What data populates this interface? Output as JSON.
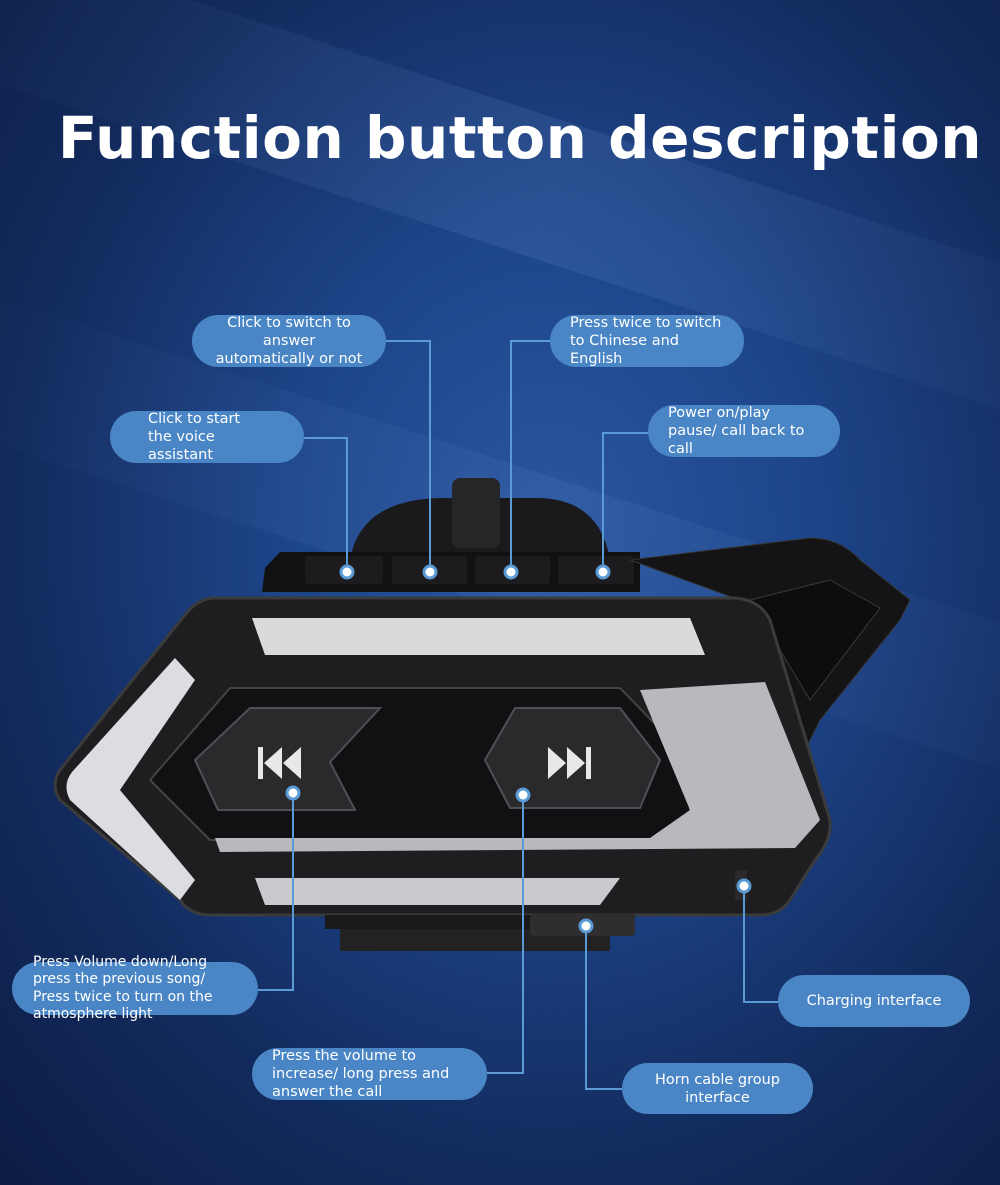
{
  "title": "Function button description",
  "callouts": {
    "auto_answer": "Click to switch to answer automatically or not",
    "language": "Press twice to switch to Chinese and English",
    "voice_assistant": "Click to start the voice assistant",
    "power": "Power on/play pause/ call back to call",
    "volume_down": "Press Volume down/Long press the previous song/ Press twice to turn on the atmosphere light",
    "volume_up": "Press the volume to increase/ long press and answer the call",
    "charging": "Charging interface",
    "horn": "Horn cable group interface"
  },
  "colors": {
    "callout": "#4a86c5",
    "line": "#5b9bd5",
    "background": "#1d4488"
  }
}
